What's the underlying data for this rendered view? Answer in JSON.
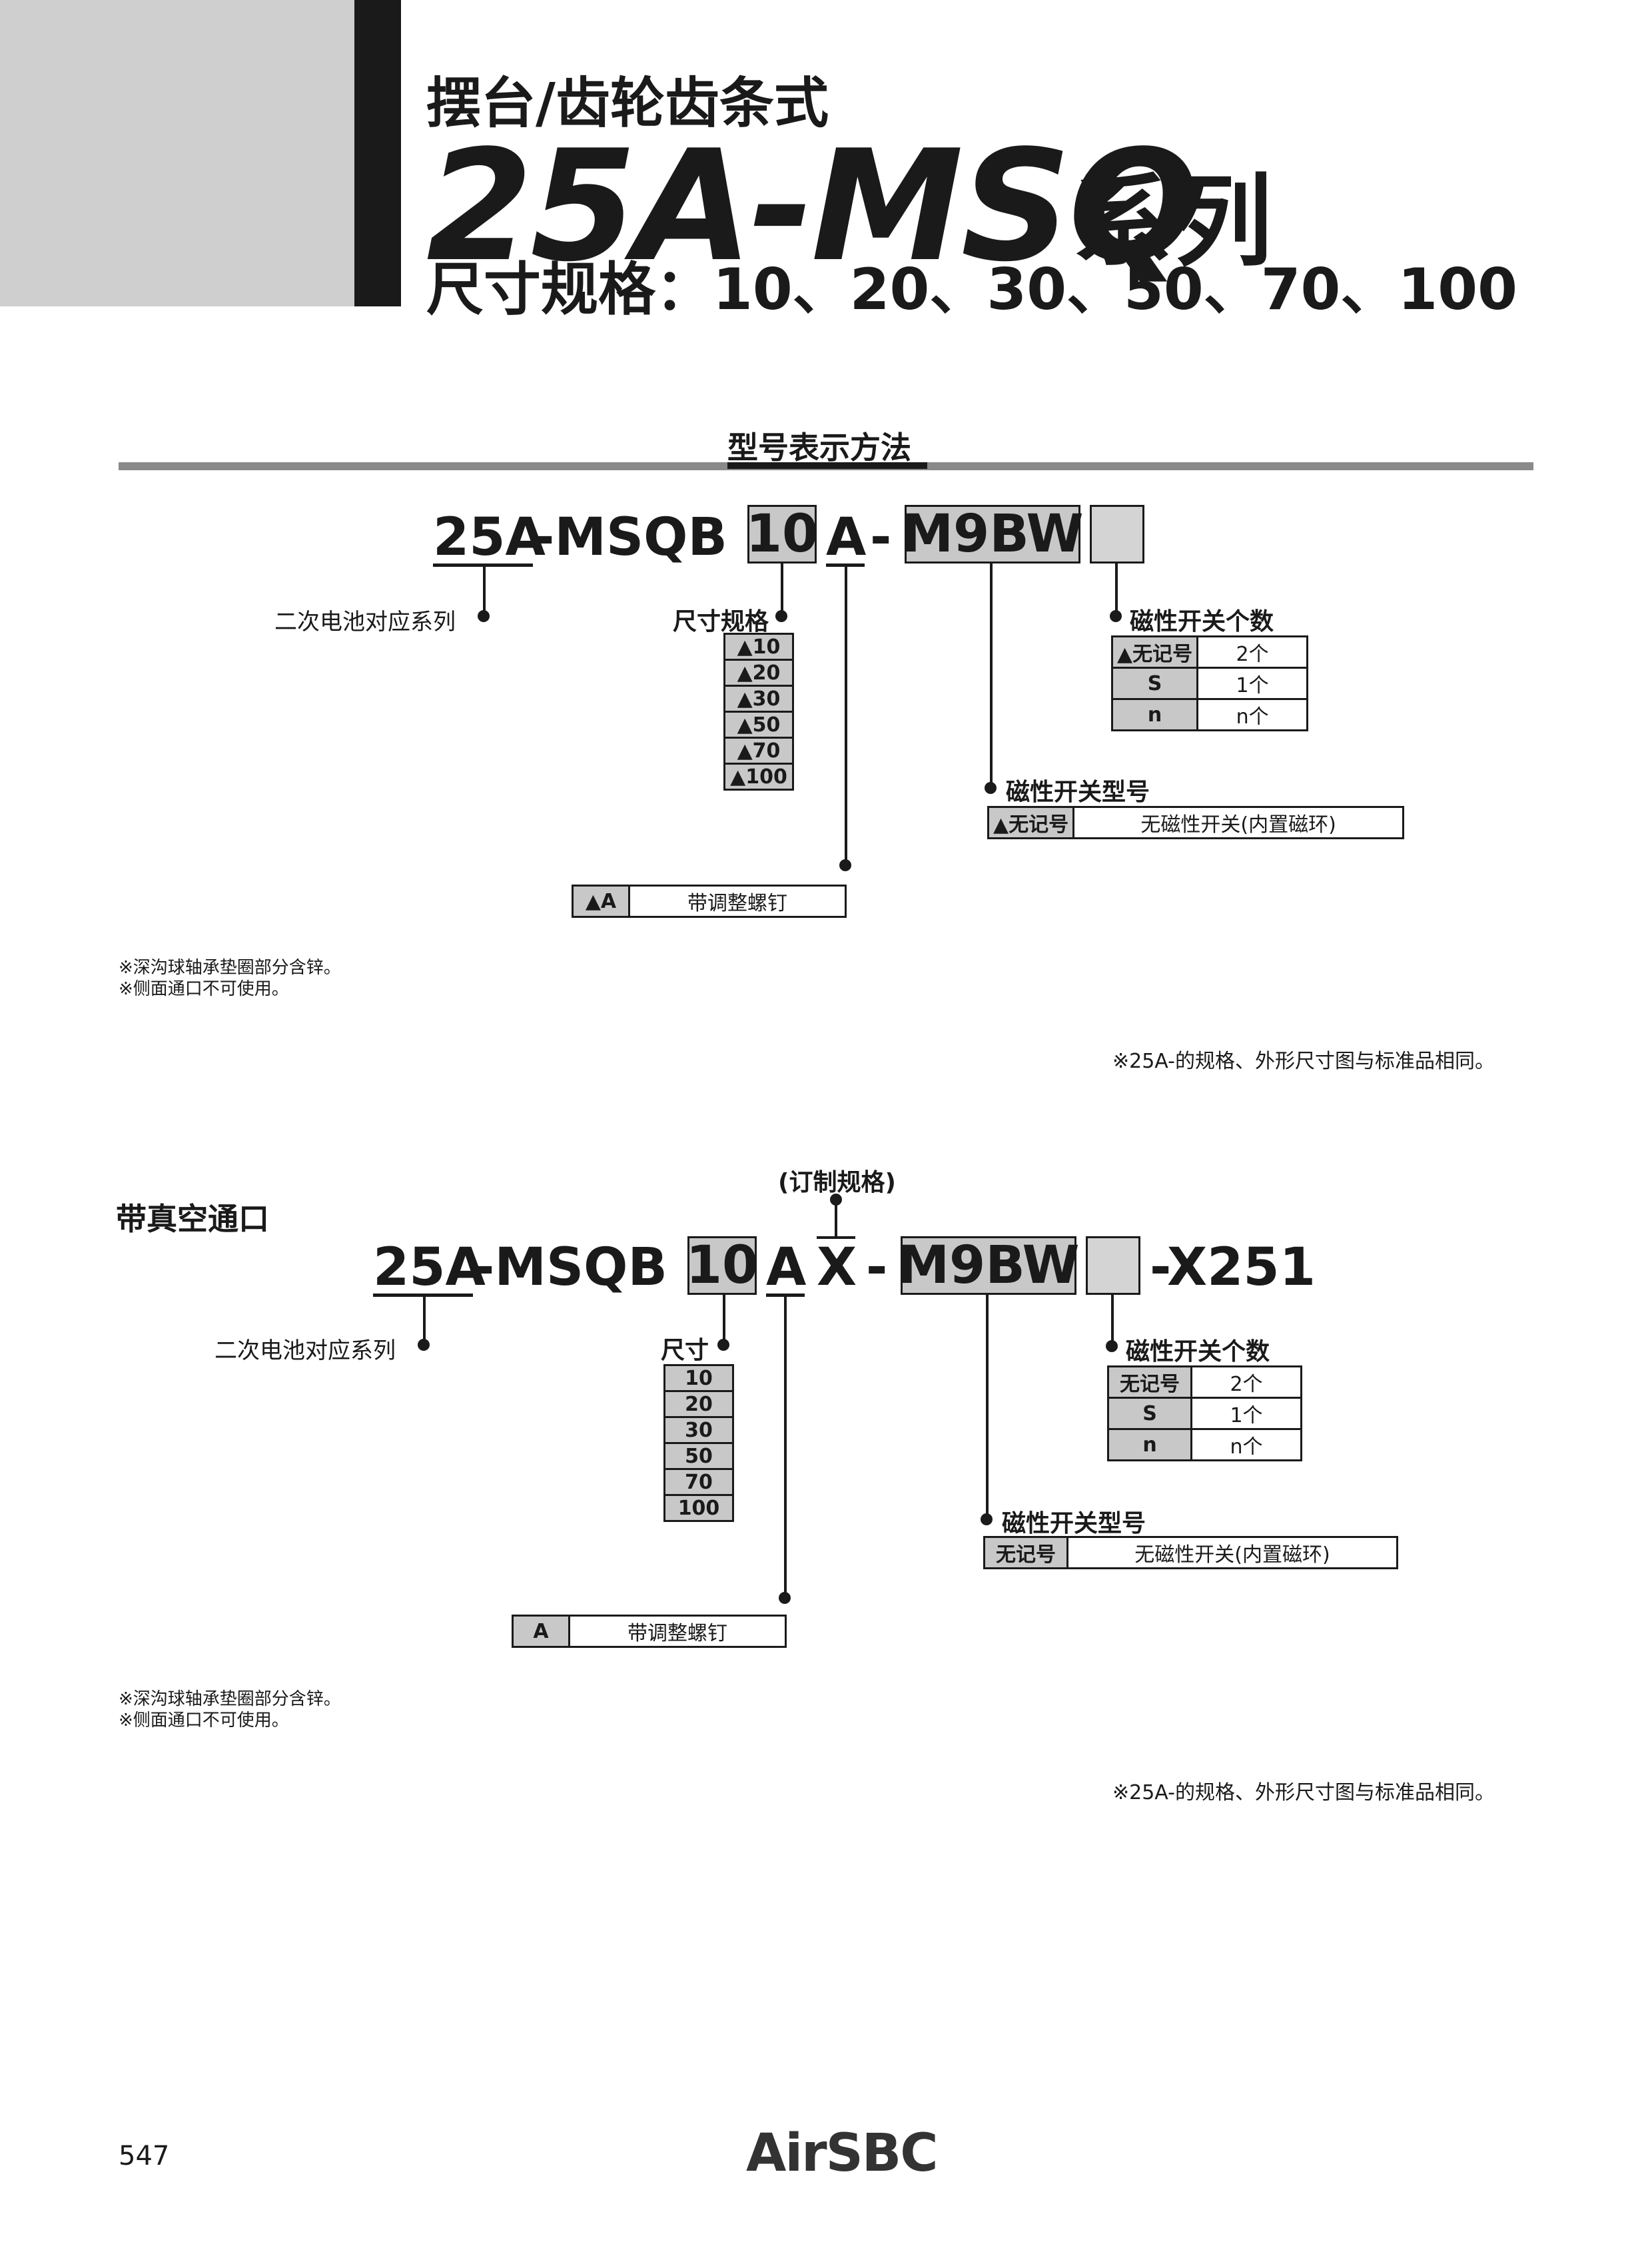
{
  "header": {
    "subtitle": "摆台/齿轮齿条式",
    "model": "25A-MSQ",
    "series": "系列",
    "sizes_line": "尺寸规格：10、20、30、50、70、100"
  },
  "section1": {
    "title": "型号表示方法",
    "code": {
      "prefix": "25A",
      "body": "-MSQB",
      "size": "10",
      "a": "A",
      "dash": "-",
      "switch": "M9BW"
    },
    "labels": {
      "series": "二次电池对应系列",
      "size": "尺寸规格",
      "count": "磁性开关个数",
      "switch_type": "磁性开关型号"
    },
    "sizes": [
      "▲10",
      "▲20",
      "▲30",
      "▲50",
      "▲70",
      "▲100"
    ],
    "count_table": [
      {
        "key": "▲无记号",
        "val": "2个"
      },
      {
        "key": "S",
        "val": "1个"
      },
      {
        "key": "n",
        "val": "n个"
      }
    ],
    "switch_table": {
      "key": "▲无记号",
      "val": "无磁性开关(内置磁环)"
    },
    "a_table": {
      "key": "▲A",
      "val": "带调整螺钉"
    },
    "notes": [
      "※深沟球轴承垫圈部分含锌。",
      "※侧面通口不可使用。"
    ],
    "right_note": "※25A-的规格、外形尺寸图与标准品相同。"
  },
  "section2": {
    "title": "带真空通口",
    "custom_label": "(订制规格)",
    "code": {
      "prefix": "25A",
      "body": "-MSQB",
      "size": "10",
      "a": "A",
      "x": "X",
      "dash": "-",
      "switch": "M9BW",
      "suffix": "-X251"
    },
    "labels": {
      "series": "二次电池对应系列",
      "size": "尺寸",
      "count": "磁性开关个数",
      "switch_type": "磁性开关型号"
    },
    "sizes": [
      "10",
      "20",
      "30",
      "50",
      "70",
      "100"
    ],
    "count_table": [
      {
        "key": "无记号",
        "val": "2个"
      },
      {
        "key": "S",
        "val": "1个"
      },
      {
        "key": "n",
        "val": "n个"
      }
    ],
    "switch_table": {
      "key": "无记号",
      "val": "无磁性开关(内置磁环)"
    },
    "a_table": {
      "key": "A",
      "val": "带调整螺钉"
    },
    "notes": [
      "※深沟球轴承垫圈部分含锌。",
      "※侧面通口不可使用。"
    ],
    "right_note": "※25A-的规格、外形尺寸图与标准品相同。"
  },
  "footer": {
    "page_number": "547",
    "brand": "AirSBC"
  }
}
